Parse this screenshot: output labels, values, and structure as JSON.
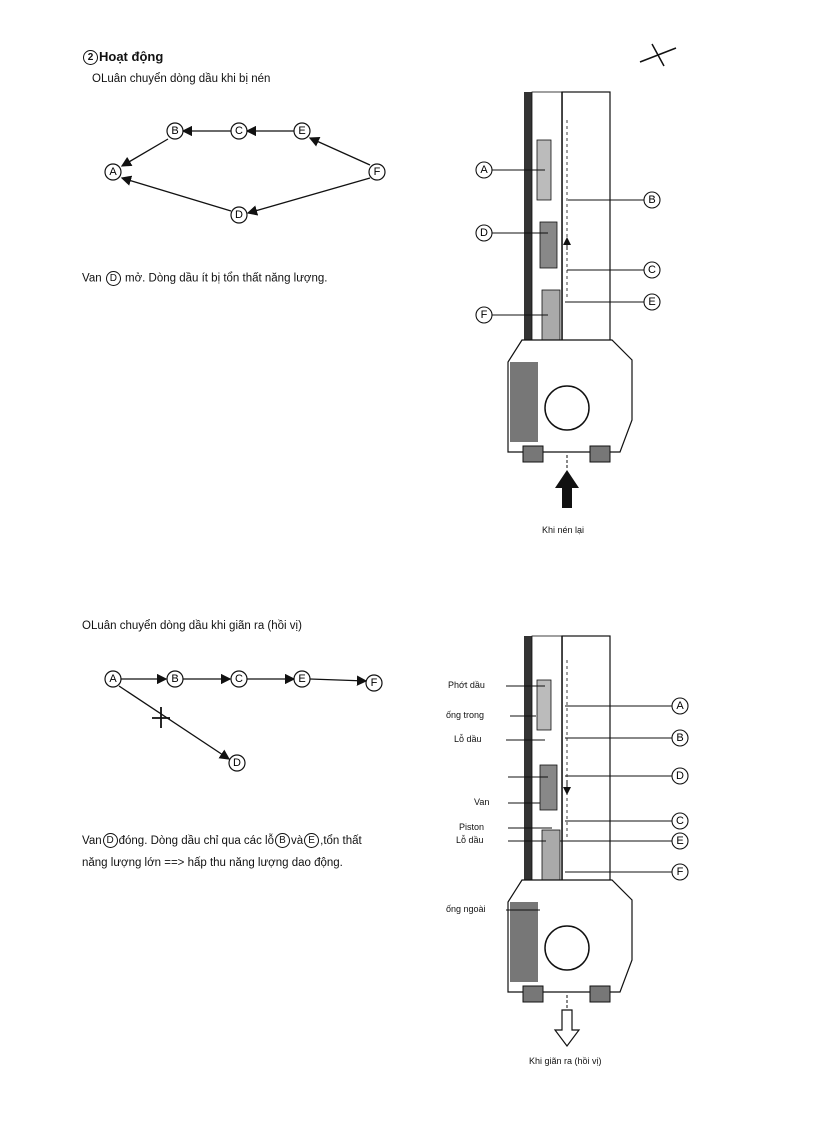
{
  "section": {
    "number": "2",
    "title": "Hoạt động"
  },
  "compression": {
    "subtitle": "OLuân chuyển dòng dầu khi bị nén",
    "nodes": [
      "B",
      "C",
      "E",
      "A",
      "F",
      "D"
    ],
    "caption": {
      "pre": "Van",
      "valve": "D",
      "post": "mở. Dòng dầu ít bị tổn thất năng lượng."
    },
    "figure": {
      "labels": [
        "A",
        "B",
        "D",
        "C",
        "F",
        "E"
      ],
      "force_label": "Khi nén lại"
    }
  },
  "extension": {
    "subtitle": "OLuân chuyển dòng dầu khi giãn ra (hồi vị)",
    "nodes": [
      "A",
      "B",
      "C",
      "E",
      "F",
      "D"
    ],
    "caption": {
      "pre": "Van",
      "valve": "D",
      "mid1": "đóng. Dòng dầu chỉ qua các lỗ",
      "hole1": "B",
      "mid2": "và",
      "hole2": "E",
      "post": ",tổn thất năng lượng lớn ==> hấp thu năng lượng dao động."
    },
    "figure": {
      "left_labels": [
        "Phớt dầu",
        "ống trong",
        "Lỗ dầu",
        "Van",
        "Piston",
        "Lỗ dầu",
        "ống ngoài"
      ],
      "right_labels": [
        "A",
        "B",
        "D",
        "C",
        "E",
        "F"
      ],
      "force_label": "Khi giãn ra (hồi vị)"
    }
  }
}
